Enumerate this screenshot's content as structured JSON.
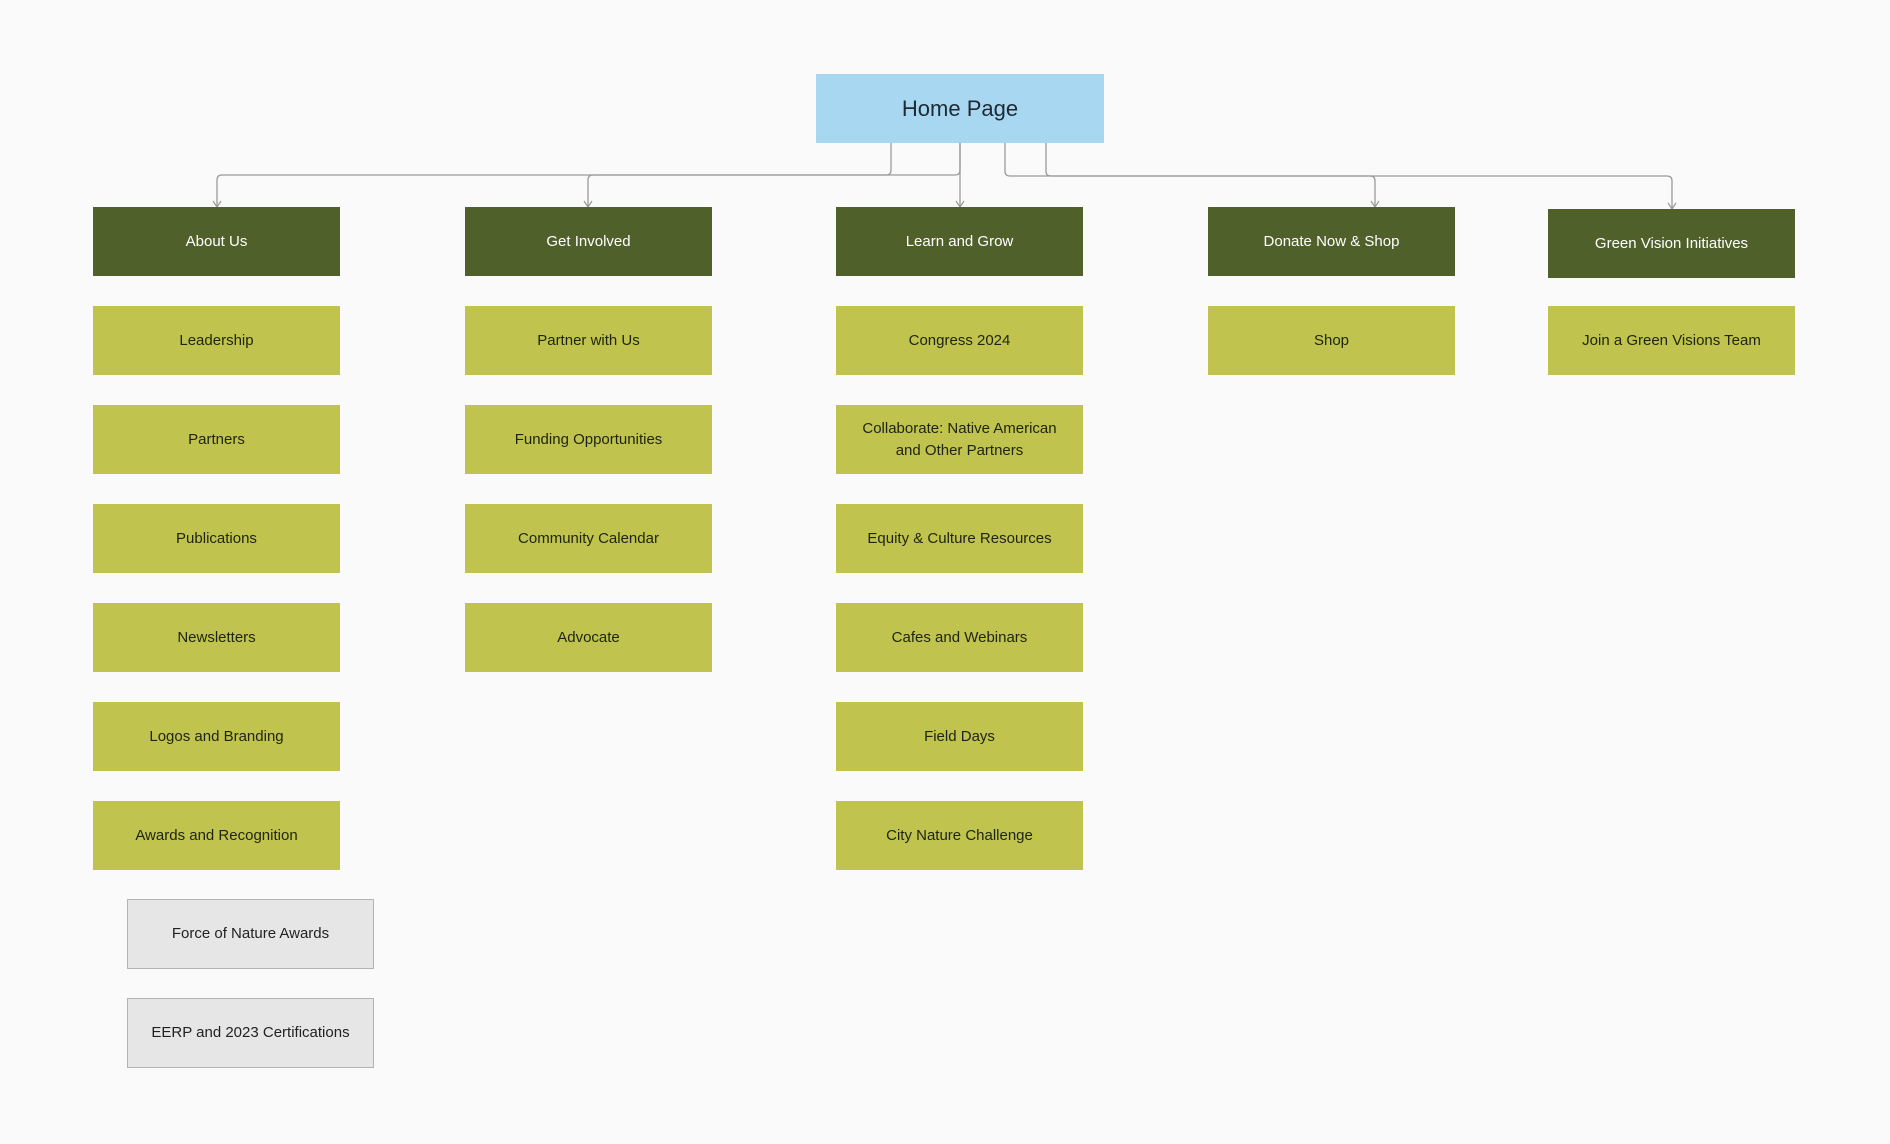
{
  "root": {
    "label": "Home Page"
  },
  "categories": [
    {
      "label": "About Us",
      "children": [
        "Leadership",
        "Partners",
        "Publications",
        "Newsletters",
        "Logos and Branding",
        "Awards and Recognition"
      ],
      "subchildren": [
        "Force of Nature Awards",
        "EERP and 2023 Certifications"
      ]
    },
    {
      "label": "Get Involved",
      "children": [
        "Partner with Us",
        "Funding Opportunities",
        "Community Calendar",
        "Advocate"
      ]
    },
    {
      "label": "Learn and Grow",
      "children": [
        "Congress 2024",
        "Collaborate: Native American and Other Partners",
        "Equity & Culture Resources",
        "Cafes and Webinars",
        "Field Days",
        "City Nature Challenge"
      ]
    },
    {
      "label": "Donate Now & Shop",
      "children": [
        "Shop"
      ]
    },
    {
      "label": "Green Vision Initiatives",
      "children": [
        "Join a Green Visions Team"
      ]
    }
  ],
  "colors": {
    "root": "#a8d8f1",
    "category": "#4f602b",
    "leaf": "#c0c34d",
    "subleaf": "#e6e6e6",
    "connector": "#9a9a9a"
  }
}
